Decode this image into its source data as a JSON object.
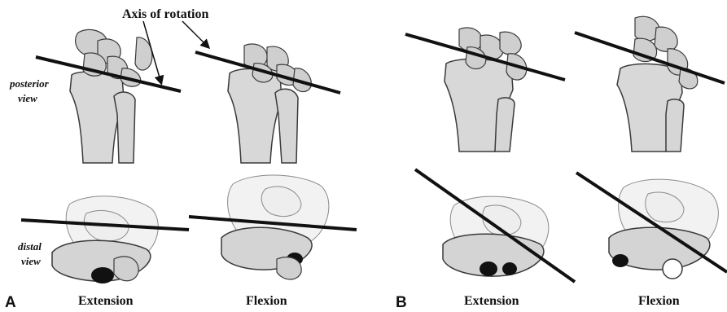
{
  "axis_callout": "Axis of rotation",
  "view_labels": {
    "posterior": [
      "posterior",
      "view"
    ],
    "distal": [
      "distal",
      "view"
    ]
  },
  "panels": [
    {
      "letter": "A",
      "captions": [
        "Extension",
        "Flexion"
      ]
    },
    {
      "letter": "B",
      "captions": [
        "Extension",
        "Flexion"
      ]
    }
  ],
  "colors": {
    "bone": "#d8d8d8",
    "bone_outline": "#3a3a3a",
    "axis_line": "#111111",
    "carpal_translucent": "#ececec"
  }
}
